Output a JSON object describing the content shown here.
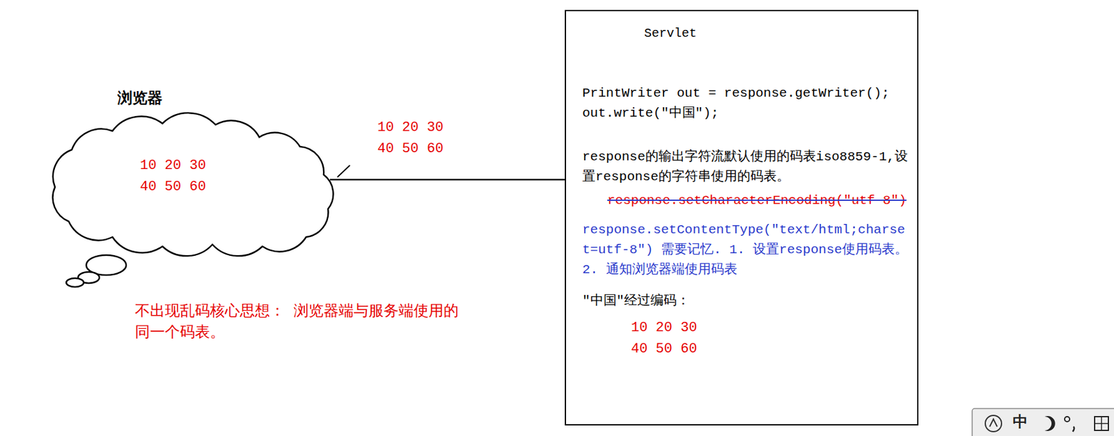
{
  "diagram": {
    "nodes": [
      {
        "text": [
          "浏览器",
          "10 20 30 40 50 60"
        ]
      },
      {
        "text": [
          "Servlet",
          "PrintWriter out = response.getWriter(); out.write(\"中国\");",
          "response的输出字符流默认使用的码表iso8859-1,设置response的字符串使用的码表。",
          "response.setCharacterEncoding(\"utf-8\")",
          "response.setContentType(\"text/html;charset=utf-8\") 需要记忆. 1. 设置response使用码表。 2. 通知浏览器端使用码表",
          "\"中国\"经过编码：",
          "10 20 30 40 50 60"
        ]
      }
    ],
    "edges": [
      {
        "from": 0,
        "to": 1,
        "arrow": "none",
        "label": "10 20 30 40 50 60"
      }
    ],
    "labels": [
      "不出现乱码核心思想： 浏览器端与服务端使用的同一个码表。",
      "中"
    ]
  }
}
